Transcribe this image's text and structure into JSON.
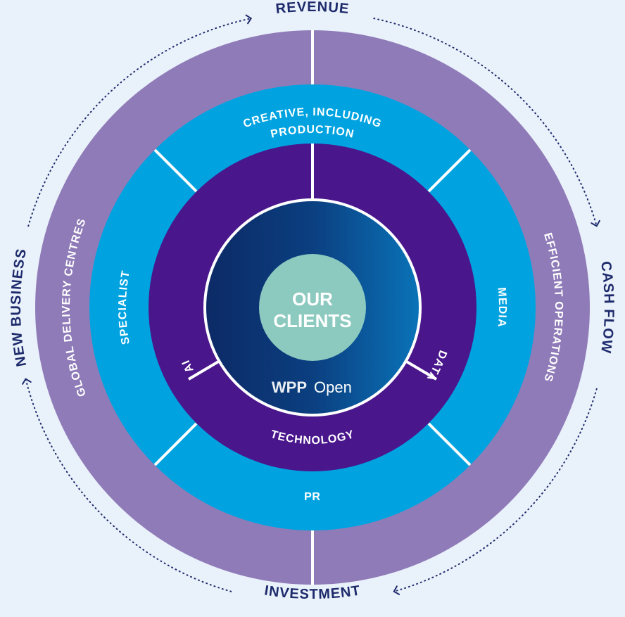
{
  "cycle": {
    "top": "REVENUE",
    "right": "CASH FLOW",
    "bottom": "INVESTMENT",
    "left": "NEW BUSINESS"
  },
  "outer_ring": {
    "left": "GLOBAL DELIVERY CENTRES",
    "right": "EFFICIENT OPERATIONS"
  },
  "service_ring": {
    "top_line1": "CREATIVE, INCLUDING",
    "top_line2": "PRODUCTION",
    "left": "SPECIALIST",
    "right": "MEDIA",
    "bottom": "PR"
  },
  "capability_ring": {
    "left": "AI",
    "right": "DATA",
    "bottom": "TECHNOLOGY"
  },
  "center": {
    "line1": "OUR",
    "line2": "CLIENTS",
    "logo_left": "WPP",
    "logo_right": "Open"
  },
  "colors": {
    "background": "#e9f1fa",
    "outer_ring": "#8f7bb8",
    "service_ring": "#00a3e0",
    "capability_ring": "#4a168c",
    "core_start": "#0c2a66",
    "core_end": "#0a73b8",
    "center_circle": "#8cc9bf",
    "cycle_text": "#1d2a6b"
  }
}
